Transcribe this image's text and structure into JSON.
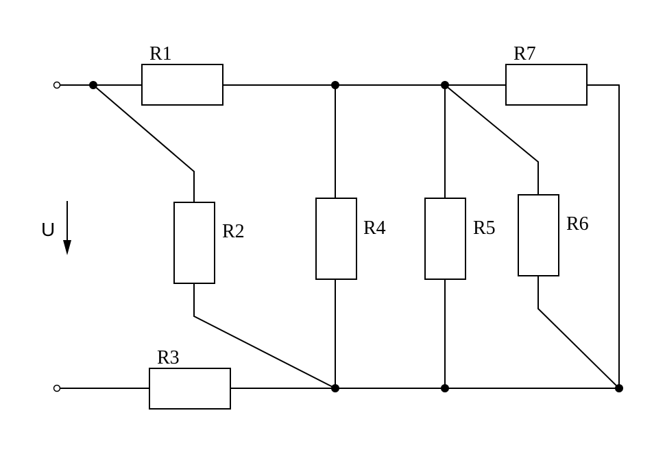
{
  "diagram": {
    "voltage_label": "U",
    "resistors": [
      {
        "id": "r1",
        "label": "R1"
      },
      {
        "id": "r2",
        "label": "R2"
      },
      {
        "id": "r3",
        "label": "R3"
      },
      {
        "id": "r4",
        "label": "R4"
      },
      {
        "id": "r5",
        "label": "R5"
      },
      {
        "id": "r6",
        "label": "R6"
      },
      {
        "id": "r7",
        "label": "R7"
      }
    ]
  }
}
